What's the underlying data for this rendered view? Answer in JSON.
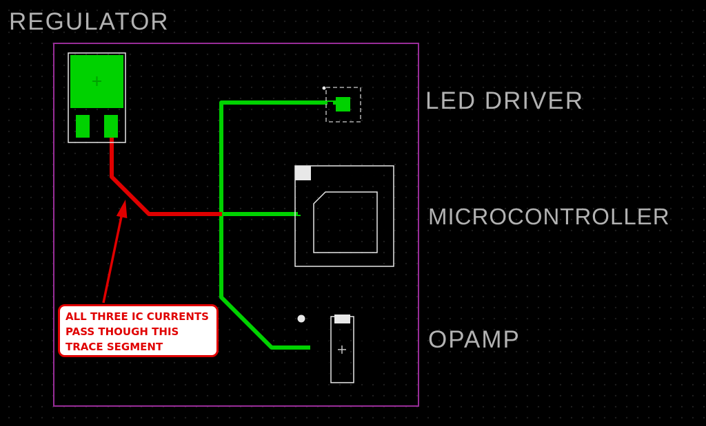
{
  "labels": {
    "regulator": "REGULATOR",
    "led_driver": "LED DRIVER",
    "microcontroller": "MICROCONTROLLER",
    "opamp": "OPAMP"
  },
  "callout": {
    "line1": "ALL THREE IC CURRENTS",
    "line2": "PASS THOUGH THIS",
    "line3": "TRACE SEGMENT"
  },
  "colors": {
    "background": "#000000",
    "copper_green": "#00d200",
    "trace_red": "#e00000",
    "callout_red": "#e00000",
    "board_purple": "#992d99",
    "silk_white": "#e8e8e8",
    "label_gray": "#b2b2b2"
  }
}
